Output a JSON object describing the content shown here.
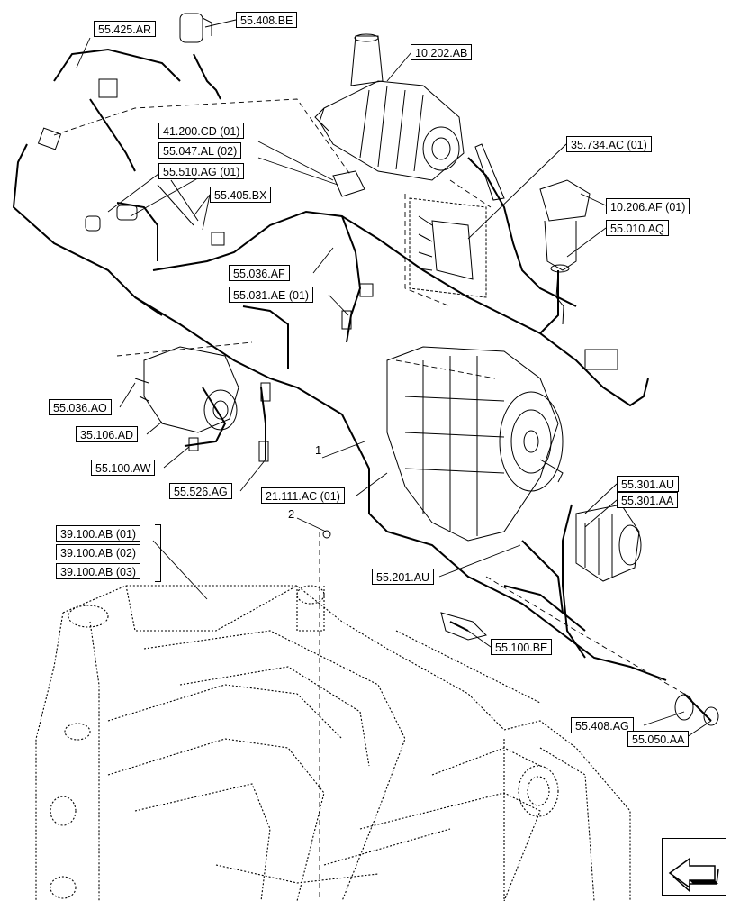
{
  "labels": {
    "l_55425ar": "55.425.AR",
    "l_55408be": "55.408.BE",
    "l_10202ab": "10.202.AB",
    "l_41200cd": "41.200.CD (01)",
    "l_55047al": "55.047.AL (02)",
    "l_55510ag": "55.510.AG (01)",
    "l_55405bx": "55.405.BX",
    "l_35734ac": "35.734.AC (01)",
    "l_10206af": "10.206.AF (01)",
    "l_55010aq": "55.010.AQ",
    "l_55036af": "55.036.AF",
    "l_55031ae": "55.031.AE (01)",
    "l_55036ao": "55.036.AO",
    "l_35106ad": "35.106.AD",
    "l_55100aw": "55.100.AW",
    "l_55526ag": "55.526.AG",
    "l_21111ac": "21.111.AC (01)",
    "l_55301au": "55.301.AU",
    "l_55301aa": "55.301.AA",
    "l_39100ab01": "39.100.AB (01)",
    "l_39100ab02": "39.100.AB (02)",
    "l_39100ab03": "39.100.AB (03)",
    "l_55201au": "55.201.AU",
    "l_55100be": "55.100.BE",
    "l_55408ag": "55.408.AG",
    "l_55050aa": "55.050.AA"
  },
  "callouts": {
    "n1": "1",
    "n2": "2"
  },
  "icons": {
    "nav": "next-page-arrow-icon"
  }
}
